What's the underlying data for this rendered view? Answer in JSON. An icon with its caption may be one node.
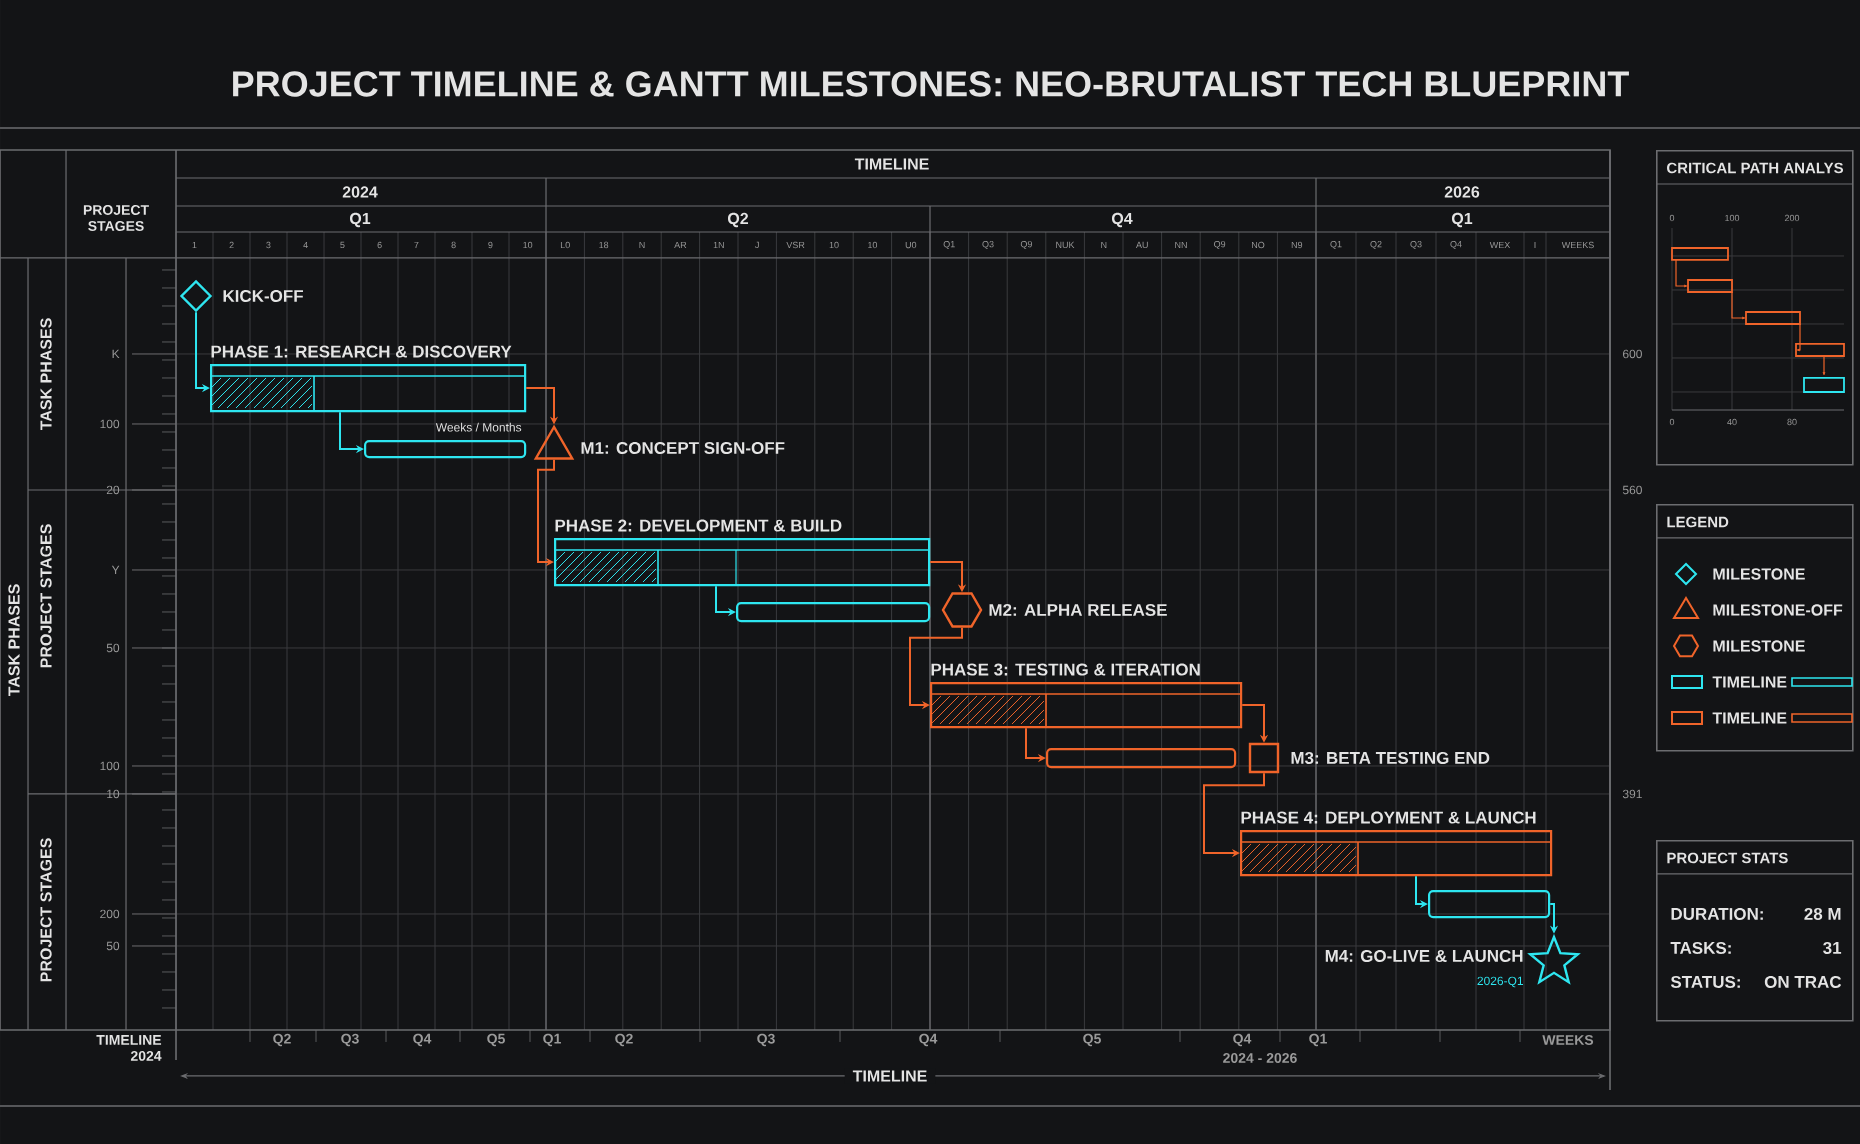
{
  "diagram": {
    "title": "PROJECT TIMELINE & GANTT MILESTONES: NEO-BRUTALIST TECH BLUEPRINT",
    "nodes": [
      {
        "text": [
          "KICK-OFF"
        ]
      },
      {
        "text": [
          "PHASE 1: RESEARCH & DISCOVERY"
        ]
      },
      {
        "text": [],
        "shape": "bar",
        "beside": [
          "Weeks / Months"
        ]
      },
      {
        "text": [
          "M1: CONCEPT SIGN-OFF"
        ]
      },
      {
        "text": [
          "PHASE 2: DEVELOPMENT & BUILD"
        ]
      },
      {
        "text": [],
        "shape": "bar"
      },
      {
        "text": [
          "M2: ALPHA RELEASE"
        ]
      },
      {
        "text": [
          "PHASE 3: TESTING & ITERATION"
        ]
      },
      {
        "text": [],
        "shape": "bar"
      },
      {
        "text": [
          "M3: BETA TESTING END"
        ]
      },
      {
        "text": [
          "PHASE 4: DEPLOYMENT & LAUNCH"
        ]
      },
      {
        "text": [],
        "shape": "bar"
      },
      {
        "text": [
          "M4: GO-LIVE & LAUNCH"
        ],
        "beside": [
          "2026-Q1"
        ]
      },
      {
        "text": [
          "CRITICAL PATH ANALYS"
        ]
      },
      {
        "text": [
          "LEGEND"
        ]
      },
      {
        "text": [
          "PROJECT STATS",
          "DURATION:",
          "28 M",
          "TASKS:",
          "31",
          "STATUS:",
          "ON TRAC"
        ]
      }
    ],
    "edges": [
      {
        "from": 0,
        "to": 1,
        "arrow": "to",
        "color": "#2ee6f0"
      },
      {
        "from": 1,
        "to": 2,
        "arrow": "to",
        "color": "#2ee6f0"
      },
      {
        "from": 1,
        "to": 3,
        "arrow": "to"
      },
      {
        "from": 3,
        "to": 4,
        "arrow": "to"
      },
      {
        "from": 4,
        "to": 5,
        "arrow": "to",
        "color": "#2ee6f0"
      },
      {
        "from": 4,
        "to": 6,
        "arrow": "to"
      },
      {
        "from": 6,
        "to": 7,
        "arrow": "to"
      },
      {
        "from": 7,
        "to": 8,
        "arrow": "to"
      },
      {
        "from": 7,
        "to": 9,
        "arrow": "to"
      },
      {
        "from": 9,
        "to": 10,
        "arrow": "to"
      },
      {
        "from": 10,
        "to": 11,
        "arrow": "to",
        "color": "#2ee6f0"
      },
      {
        "from": 11,
        "to": 12,
        "arrow": "to",
        "color": "#2ee6f0"
      }
    ],
    "labels": [
      "TIMELINE",
      "PROJECT STAGES",
      "2024",
      "2026",
      "Q1",
      "Q2",
      "Q4",
      "Q1",
      "1",
      "2",
      "3",
      "4",
      "5",
      "6",
      "7",
      "8",
      "9",
      "10",
      "L0",
      "18",
      "N",
      "AR",
      "1N",
      "J",
      "VSR",
      "10",
      "10",
      "U0",
      "Q1",
      "Q3",
      "Q9",
      "NUK",
      "N",
      "AU",
      "NN",
      "Q9",
      "NO",
      "N9",
      "Q1",
      "Q2",
      "Q3",
      "Q4",
      "WEX",
      "I",
      "WEEKS",
      "TASK PHASES",
      "TASK PHASES",
      "PROJECT STAGES",
      "PROJECT STAGES",
      "K",
      "100",
      "20",
      "Y",
      "50",
      "100",
      "10",
      "200",
      "50",
      "600",
      "560",
      "391",
      "TIMELINE 2024",
      "Q2",
      "Q3",
      "Q4",
      "Q5",
      "Q1",
      "Q2",
      "Q3",
      "Q4",
      "Q5",
      "Q4",
      "Q1",
      "WEEKS",
      "2024 - 2026",
      "TIMELINE",
      "0",
      "100",
      "200",
      "0",
      "40",
      "80"
    ],
    "legend": [
      {
        "text": "MILESTONE"
      },
      {
        "text": "MILESTONE-OFF"
      },
      {
        "text": "MILESTONE"
      },
      {
        "text": "TIMELINE"
      },
      {
        "text": "TIMELINE"
      }
    ]
  }
}
